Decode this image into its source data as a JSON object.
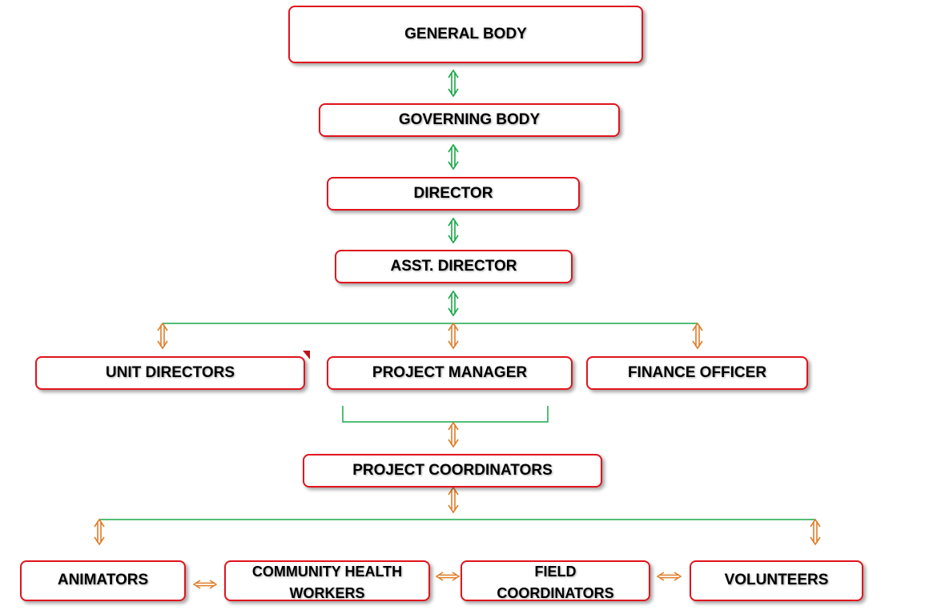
{
  "colors": {
    "border": "#e0141c",
    "green": "#1aa84a",
    "orange": "#e07d2a"
  },
  "nodes": {
    "general_body": "GENERAL BODY",
    "governing_body": "GOVERNING BODY",
    "director": "DIRECTOR",
    "asst_director": "ASST. DIRECTOR",
    "unit_directors": "UNIT DIRECTORS",
    "project_manager": "PROJECT  MANAGER",
    "finance_officer": "FINANCE OFFICER",
    "project_coordinators": "PROJECT COORDINATORS",
    "animators": "ANIMATORS",
    "community_health_workers": "COMMUNITY HEALTH\nWORKERS",
    "field_coordinators": "FIELD\nCOORDINATORS",
    "volunteers": "VOLUNTEERS"
  }
}
